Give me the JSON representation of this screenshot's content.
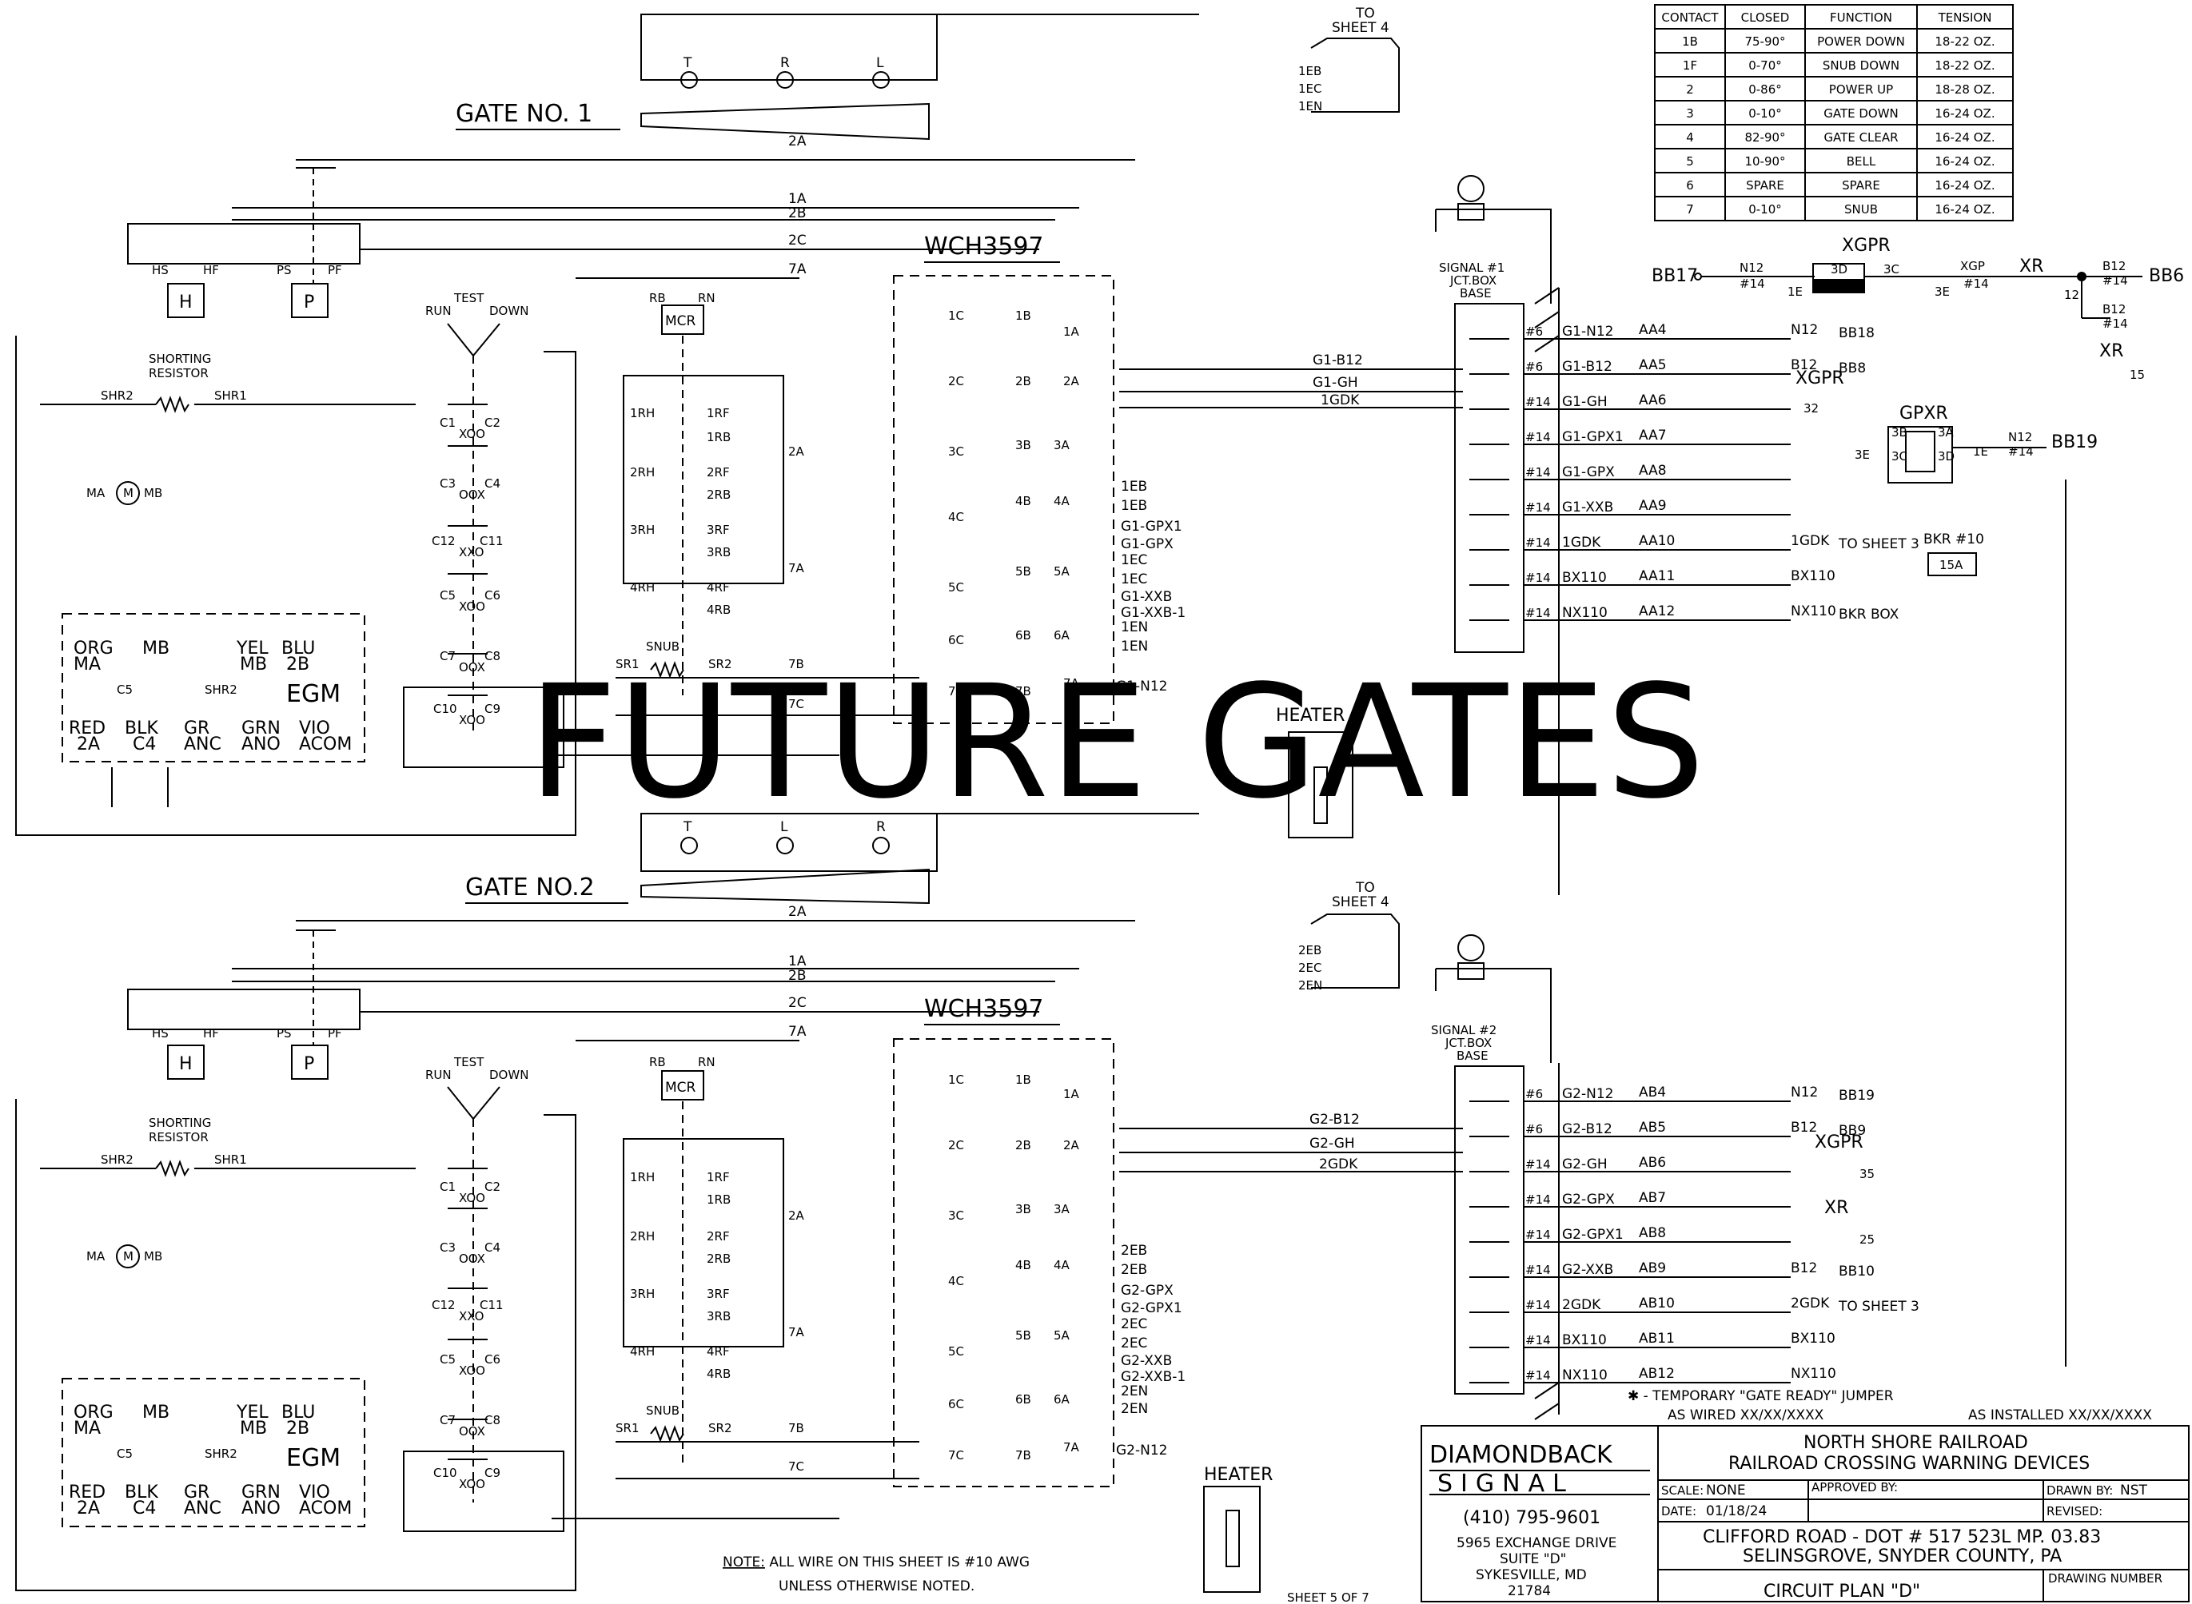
{
  "watermark": "FUTURE GATES",
  "gate1": {
    "title": "GATE NO. 1",
    "controller": "WCH3597",
    "signal": {
      "l1": "SIGNAL #1",
      "l2": "JCT.BOX",
      "l3": "BASE"
    },
    "to_sheet": {
      "l1": "TO",
      "l2": "SHEET 4"
    },
    "feeds": [
      "1EB",
      "1EC",
      "1EN"
    ],
    "circuits": [
      "1A",
      "2B",
      "2C",
      "7A",
      "2A"
    ],
    "lamps": [
      "T",
      "R",
      "L"
    ],
    "relays": [
      "MCR",
      "RB",
      "RN",
      "HS",
      "HF",
      "PS",
      "PF",
      "H",
      "P"
    ],
    "test": [
      "TEST",
      "RUN",
      "DOWN"
    ],
    "resistor": [
      "SHORTING",
      "RESISTOR",
      "SHR2",
      "SHR1"
    ],
    "contacts": [
      "C1",
      "C2",
      "XOO",
      "C3",
      "C4",
      "OOX",
      "C12",
      "C11",
      "XXO",
      "C5",
      "C6",
      "XOO",
      "C7",
      "C8",
      "OOX",
      "C10",
      "C9",
      "XOO"
    ],
    "motor": [
      "MA",
      "M",
      "MB"
    ],
    "egm": {
      "top": [
        "ORG",
        "MA",
        "MB",
        "YEL",
        "MB",
        "BLU",
        "2B"
      ],
      "name": "EGM",
      "bottom": [
        "RED",
        "2A",
        "BLK",
        "C4",
        "GR",
        "ANC",
        "GRN",
        "ANO",
        "VIO",
        "ACOM"
      ],
      "c5": "C5",
      "shr2": "SHR2"
    },
    "snub": [
      "SNUB",
      "SR1",
      "SR2",
      "7B",
      "7C"
    ],
    "rh": [
      "1RH",
      "1RF",
      "1RB",
      "2RH",
      "2RF",
      "2RB",
      "3RH",
      "3RF",
      "3RB",
      "4RH",
      "4RF",
      "4RB",
      "2A",
      "7A"
    ],
    "cam_contacts": [
      "1C",
      "1B",
      "1A",
      "2C",
      "2B",
      "2A",
      "3C",
      "3B",
      "3A",
      "4C",
      "4B",
      "4A",
      "5C",
      "5B",
      "5A",
      "6C",
      "6B",
      "6A",
      "7C",
      "7B",
      "7A"
    ],
    "terminal_labels": [
      "1EB",
      "1EB",
      "G1-GPX1",
      "G1-GPX",
      "1EC",
      "1EC",
      "G1-XXB",
      "G1-XXB-1",
      "1EN",
      "1EN",
      "G1-N12"
    ],
    "jct_rows": [
      {
        "wire": "G1-N12",
        "gauge": "#6",
        "term": "AA4",
        "dest": "N12",
        "end": "BB18"
      },
      {
        "wire": "G1-B12",
        "gauge": "#6",
        "term": "AA5",
        "dest": "B12",
        "end": "BB8"
      },
      {
        "wire": "G1-GH",
        "gauge": "#14",
        "term": "AA6",
        "dest": "",
        "end": ""
      },
      {
        "wire": "G1-GPX1",
        "gauge": "#14",
        "term": "AA7",
        "dest": "",
        "end": ""
      },
      {
        "wire": "G1-GPX",
        "gauge": "#14",
        "term": "AA8",
        "dest": "",
        "end": ""
      },
      {
        "wire": "G1-XXB",
        "gauge": "#14",
        "term": "AA9",
        "dest": "",
        "end": ""
      },
      {
        "wire": "1GDK",
        "gauge": "#14",
        "term": "AA10",
        "dest": "1GDK",
        "end": "TO SHEET 3"
      },
      {
        "wire": "BX110",
        "gauge": "#14",
        "term": "AA11",
        "dest": "BX110",
        "end": ""
      },
      {
        "wire": "NX110",
        "gauge": "#14",
        "term": "AA12",
        "dest": "NX110",
        "end": "BKR BOX"
      }
    ],
    "side_wires": [
      "G1-B12",
      "G1-GH",
      "1GDK"
    ]
  },
  "gate2": {
    "title": "GATE NO.2",
    "controller": "WCH3597",
    "signal": {
      "l1": "SIGNAL #2",
      "l2": "JCT.BOX",
      "l3": "BASE"
    },
    "to_sheet": {
      "l1": "TO",
      "l2": "SHEET 4"
    },
    "feeds": [
      "2EB",
      "2EC",
      "2EN"
    ],
    "circuits": [
      "1A",
      "2B",
      "2C",
      "7A",
      "2A"
    ],
    "lamps": [
      "T",
      "L",
      "R"
    ],
    "terminal_labels": [
      "2EB",
      "2EB",
      "G2-GPX",
      "G2-GPX1",
      "2EC",
      "2EC",
      "G2-XXB",
      "G2-XXB-1",
      "2EN",
      "2EN",
      "G2-N12"
    ],
    "jct_rows": [
      {
        "wire": "G2-N12",
        "gauge": "#6",
        "term": "AB4",
        "dest": "N12",
        "end": "BB19"
      },
      {
        "wire": "G2-B12",
        "gauge": "#6",
        "term": "AB5",
        "dest": "B12",
        "end": "BB9"
      },
      {
        "wire": "G2-GH",
        "gauge": "#14",
        "term": "AB6",
        "dest": "",
        "end": ""
      },
      {
        "wire": "G2-GPX",
        "gauge": "#14",
        "term": "AB7",
        "dest": "",
        "end": ""
      },
      {
        "wire": "G2-GPX1",
        "gauge": "#14",
        "term": "AB8",
        "dest": "",
        "end": ""
      },
      {
        "wire": "G2-XXB",
        "gauge": "#14",
        "term": "AB9",
        "dest": "B12",
        "end": "BB10"
      },
      {
        "wire": "2GDK",
        "gauge": "#14",
        "term": "AB10",
        "dest": "2GDK",
        "end": "TO SHEET 3"
      },
      {
        "wire": "BX110",
        "gauge": "#14",
        "term": "AB11",
        "dest": "BX110",
        "end": ""
      },
      {
        "wire": "NX110",
        "gauge": "#14",
        "term": "AB12",
        "dest": "NX110",
        "end": ""
      }
    ],
    "side_wires": [
      "G2-B12",
      "G2-GH",
      "2GDK"
    ],
    "xgpr": {
      "label": "XGPR",
      "num": "35"
    },
    "xr": {
      "label": "XR",
      "num": "25"
    }
  },
  "right_panel": {
    "bb17": "BB17",
    "n12": "N12",
    "w14": "#14",
    "e1": "1E",
    "xgpr": "XGPR",
    "c3d": "3D",
    "c3c": "3C",
    "c3e": "3E",
    "xgp": "XGP",
    "xr": "XR",
    "b12": "B12",
    "bb6": "BB6",
    "num12": "12",
    "num15": "15",
    "num32": "32",
    "gpxr": "GPXR",
    "c3b": "3B",
    "c3a": "3A",
    "bb19": "BB19",
    "bkr": "BKR #10",
    "bkr_val": "15A"
  },
  "contact_table": {
    "headers": [
      "CONTACT",
      "CLOSED",
      "FUNCTION",
      "TENSION"
    ],
    "rows": [
      [
        "1B",
        "75-90°",
        "POWER DOWN",
        "18-22 OZ."
      ],
      [
        "1F",
        "0-70°",
        "SNUB DOWN",
        "18-22 OZ."
      ],
      [
        "2",
        "0-86°",
        "POWER UP",
        "18-28 OZ."
      ],
      [
        "3",
        "0-10°",
        "GATE DOWN",
        "16-24 OZ."
      ],
      [
        "4",
        "82-90°",
        "GATE CLEAR",
        "16-24 OZ."
      ],
      [
        "5",
        "10-90°",
        "BELL",
        "16-24 OZ."
      ],
      [
        "6",
        "SPARE",
        "SPARE",
        "16-24 OZ."
      ],
      [
        "7",
        "0-10°",
        "SNUB",
        "16-24 OZ."
      ]
    ]
  },
  "heater": "HEATER",
  "heater_top": "HEATER",
  "jumper_note": "✱ - TEMPORARY \"GATE READY\" JUMPER",
  "as_wired": "AS WIRED XX/XX/XXXX",
  "as_installed": "AS INSTALLED XX/XX/XXXX",
  "note": {
    "label": "NOTE:",
    "l1": " ALL WIRE ON THIS SHEET IS #10 AWG",
    "l2": "UNLESS OTHERWISE NOTED."
  },
  "sheet": "SHEET 5 OF 7",
  "title_block": {
    "company1": "DIAMONDBACK",
    "company2": "SIGNAL",
    "phone": "(410) 795-9601",
    "addr1": "5965 EXCHANGE DRIVE",
    "addr2": "SUITE \"D\"",
    "addr3": "SYKESVILLE, MD",
    "addr4": "21784",
    "railroad": "NORTH SHORE RAILROAD",
    "subject": "RAILROAD CROSSING WARNING DEVICES",
    "scale_label": "SCALE:",
    "scale": "NONE",
    "date_label": "DATE:",
    "date": "01/18/24",
    "approved_label": "APPROVED BY:",
    "drawn_label": "DRAWN BY:",
    "drawn": "NST",
    "revised_label": "REVISED:",
    "location1": "CLIFFORD ROAD - DOT # 517 523L MP. 03.83",
    "location2": "SELINSGROVE, SNYDER COUNTY, PA",
    "plan": "CIRCUIT PLAN \"D\"",
    "drawing_number_label": "DRAWING NUMBER"
  }
}
